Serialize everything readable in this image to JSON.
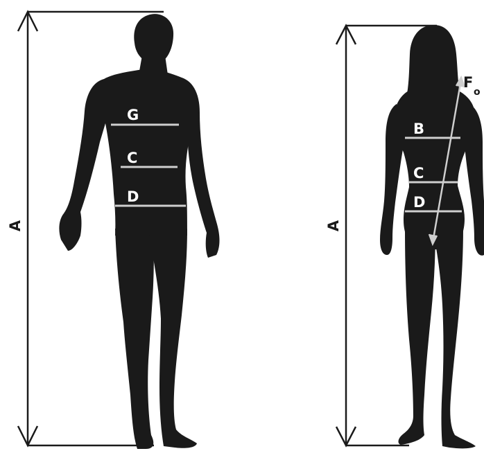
{
  "colors": {
    "silhouette": "#1a1a1a",
    "measure_line": "#cfcfcf",
    "frame": "#1a1a1a",
    "background": "#ffffff"
  },
  "male": {
    "height_label": "A",
    "measurements": [
      {
        "key": "G",
        "label": "G"
      },
      {
        "key": "C",
        "label": "C"
      },
      {
        "key": "D",
        "label": "D"
      }
    ]
  },
  "female": {
    "height_label": "A",
    "diagonal_label": "F",
    "diagonal_label_suffix": "o",
    "measurements": [
      {
        "key": "B",
        "label": "B"
      },
      {
        "key": "C",
        "label": "C"
      },
      {
        "key": "D",
        "label": "D"
      }
    ]
  }
}
